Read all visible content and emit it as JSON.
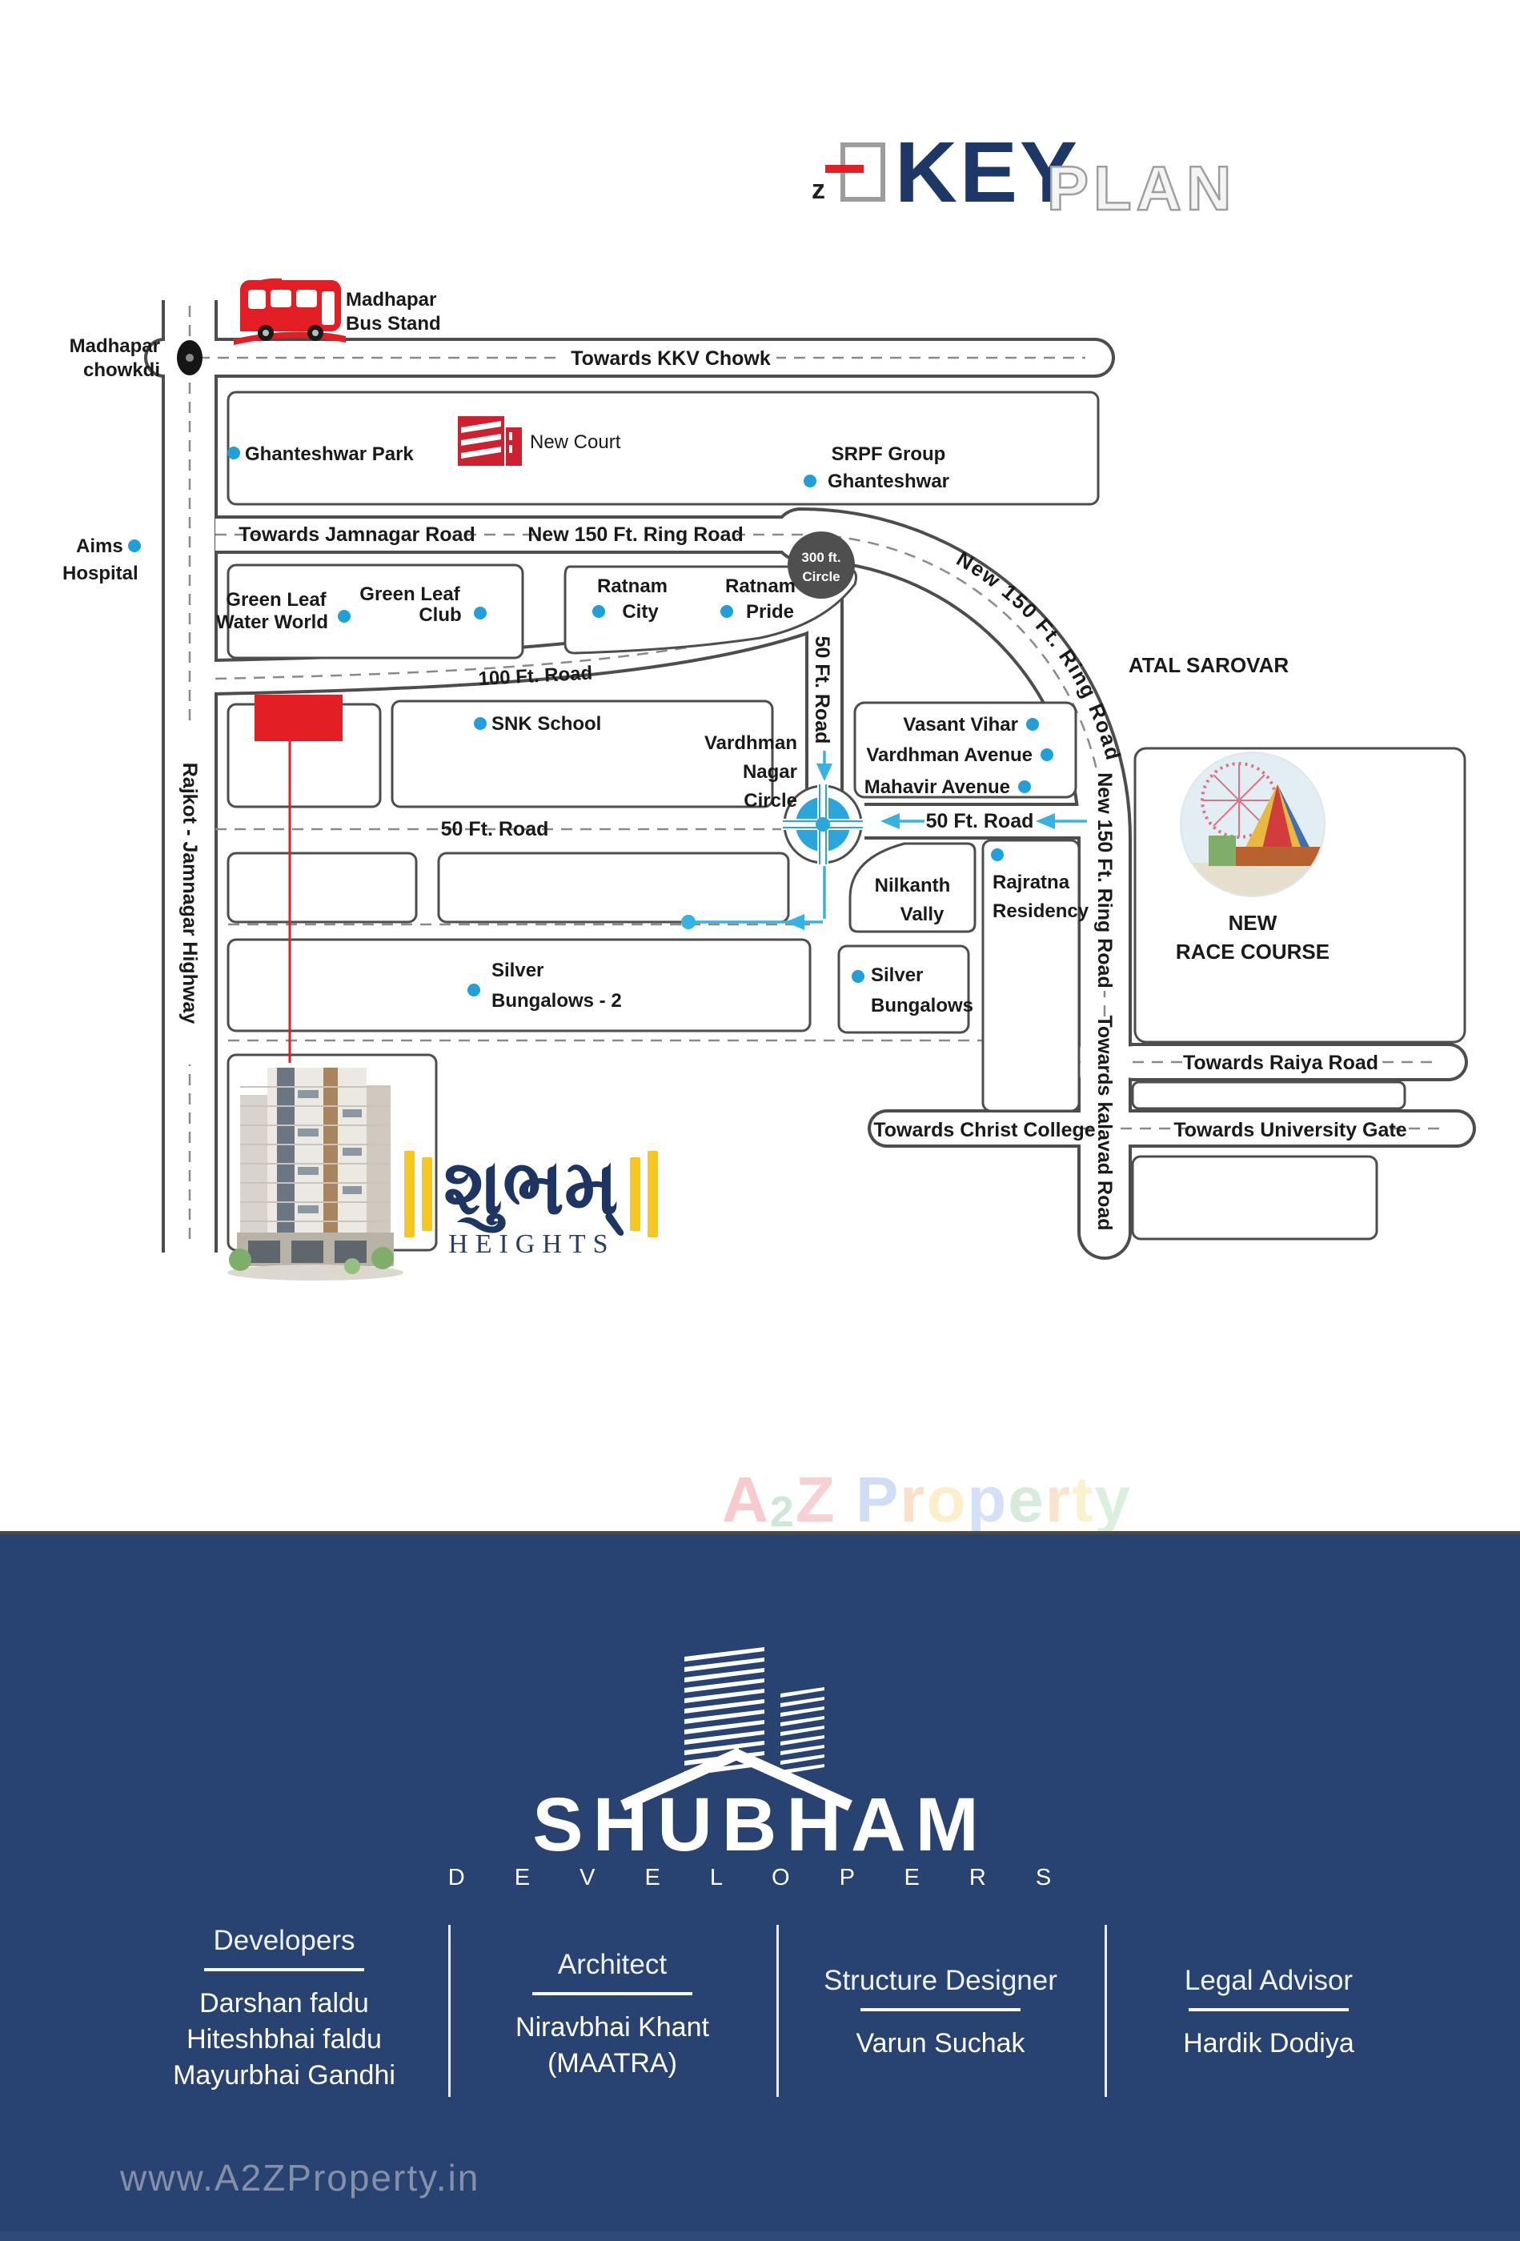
{
  "title": {
    "key": "KEY",
    "plan": "PLAN",
    "north_letter": "z"
  },
  "colors": {
    "accent_red": "#e31e24",
    "navy": "#1d3767",
    "footer_bg": "#284271",
    "dot_blue": "#219fd8",
    "route_blue": "#36b3e2",
    "logo_yellow": "#f7c71d"
  },
  "map": {
    "bus_stand": [
      "Madhapar",
      "Bus Stand"
    ],
    "chowkdi": [
      "Madhapar",
      "chowkdi"
    ],
    "kkv": "Towards KKV Chowk",
    "ghanteshwar_park": "Ghanteshwar Park",
    "new_court": "New Court",
    "srpf": [
      "SRPF Group",
      "Ghanteshwar"
    ],
    "aims": [
      "Aims",
      "Hospital"
    ],
    "jamnagar": "Towards Jamnagar Road",
    "ring_h": "New 150 Ft. Ring Road",
    "ring_curved": "New 150 Ft. Ring Road",
    "ring_v": "New 150 Ft. Ring Road",
    "ratnam_city": [
      "Ratnam",
      "City"
    ],
    "ratnam_pride": [
      "Ratnam",
      "Pride"
    ],
    "green_leaf_ww": [
      "Green Leaf",
      "Water World"
    ],
    "green_leaf_club": [
      "Green Leaf",
      "Club"
    ],
    "road100": "100 Ft. Road",
    "snk": "SNK School",
    "circle300": [
      "300 ft.",
      "Circle"
    ],
    "road50_v": "50 Ft. Road",
    "atal": "ATAL SAROVAR",
    "vasant": "Vasant Vihar",
    "vardhman_avenue": "Vardhman Avenue",
    "mahavir_avenue": "Mahavir Avenue",
    "vardhman_circle": [
      "Vardhman",
      "Nagar",
      "Circle"
    ],
    "road50_left": "50 Ft. Road",
    "road50_right": "50 Ft. Road",
    "nilkanth": [
      "Nilkanth",
      "Vally"
    ],
    "rajratna": [
      "Rajratna",
      "Residency"
    ],
    "silver2": [
      "Silver",
      "Bungalows - 2"
    ],
    "silver": [
      "Silver",
      "Bungalows"
    ],
    "race_course": [
      "NEW",
      "RACE COURSE"
    ],
    "raiya": "Towards Raiya Road",
    "christ": "Towards Christ College",
    "university": "Towards University Gate",
    "kalavad": "Towards kalavad Road",
    "highway": "Rajkot - Jamnagar Highway"
  },
  "site": {
    "name_gujarati": "શુભમ્",
    "name_en": "HEIGHTS"
  },
  "watermark": {
    "a": "A",
    "two": "2",
    "z": "Z",
    "letters": [
      "P",
      "r",
      "o",
      "p",
      "e",
      "r",
      "t",
      "y"
    ]
  },
  "footer": {
    "brand": "SHUBHAM",
    "brand_sub": "D E V E L O P E R S",
    "columns": [
      {
        "title": "Developers",
        "names": [
          "Darshan faldu",
          "Hiteshbhai faldu",
          "Mayurbhai Gandhi"
        ]
      },
      {
        "title": "Architect",
        "names": [
          "Niravbhai Khant",
          "(MAATRA)"
        ]
      },
      {
        "title": "Structure Designer",
        "names": [
          "Varun Suchak"
        ]
      },
      {
        "title": "Legal Advisor",
        "names": [
          "Hardik Dodiya"
        ]
      }
    ],
    "website": "www.A2ZProperty.in"
  }
}
